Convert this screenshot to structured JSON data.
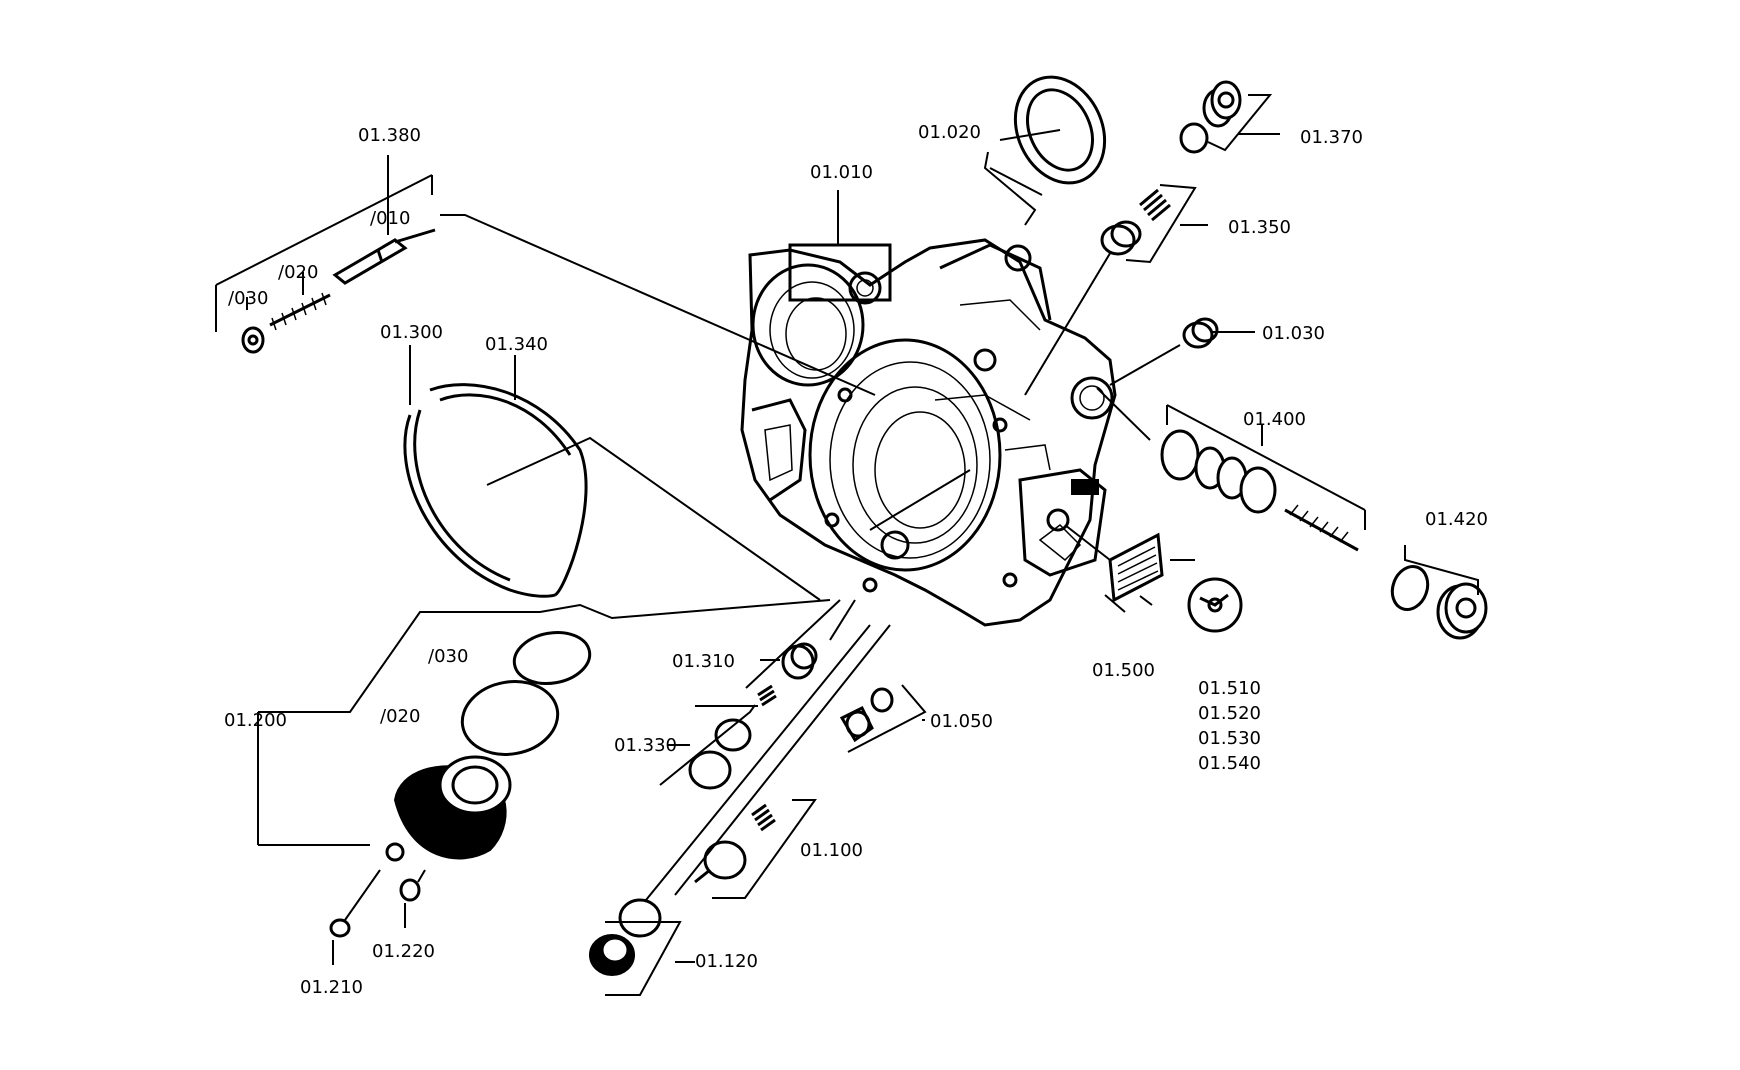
{
  "labels": {
    "l01010": "01.010",
    "l01020": "01.020",
    "l01030": "01.030",
    "l01050": "01.050",
    "l01100": "01.100",
    "l01120": "01.120",
    "l01200": "01.200",
    "l01200_020": "/020",
    "l01200_030": "/030",
    "l01210": "01.210",
    "l01220": "01.220",
    "l01300": "01.300",
    "l01310": "01.310",
    "l01330": "01.330",
    "l01340": "01.340",
    "l01350": "01.350",
    "l01370": "01.370",
    "l01380": "01.380",
    "l01380_010": "/010",
    "l01380_020": "/020",
    "l01380_030": "/030",
    "l01400": "01.400",
    "l01420": "01.420",
    "l01500": "01.500",
    "l01510": "01.510",
    "l01520": "01.520",
    "l01530": "01.530",
    "l01540": "01.540"
  }
}
